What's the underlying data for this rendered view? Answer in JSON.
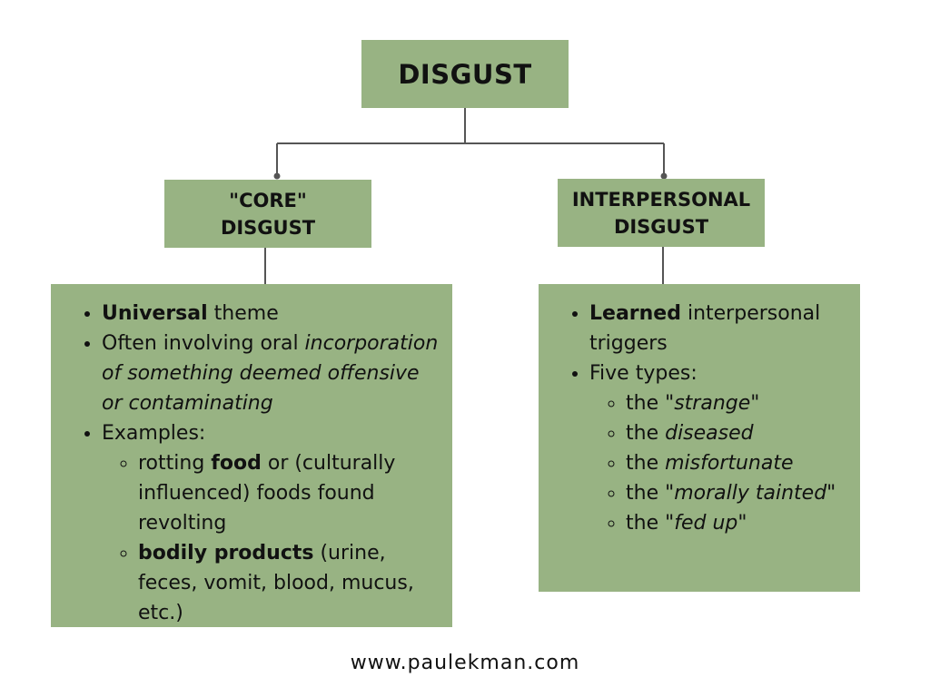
{
  "title": "DISGUST",
  "branches": [
    {
      "heading_lines": [
        "\"CORE\"",
        "DISGUST"
      ],
      "items": [
        {
          "parts": [
            {
              "text": "Universal",
              "style": "b"
            },
            {
              "text": " theme"
            }
          ]
        },
        {
          "parts": [
            {
              "text": "Often involving oral "
            },
            {
              "text": "incorporation of something deemed offensive or contaminating",
              "style": "i"
            }
          ]
        },
        {
          "parts": [
            {
              "text": "Examples:"
            }
          ],
          "subitems": [
            {
              "parts": [
                {
                  "text": "rotting "
                },
                {
                  "text": "food",
                  "style": "b"
                },
                {
                  "text": " or (culturally influenced) foods found revolting"
                }
              ]
            },
            {
              "parts": [
                {
                  "text": "bodily products",
                  "style": "b"
                },
                {
                  "text": " (urine, feces, vomit, blood, mucus, etc.)"
                }
              ]
            }
          ]
        }
      ]
    },
    {
      "heading_lines": [
        "INTERPERSONAL",
        "DISGUST"
      ],
      "items": [
        {
          "parts": [
            {
              "text": "Learned",
              "style": "b"
            },
            {
              "text": " interpersonal triggers"
            }
          ]
        },
        {
          "parts": [
            {
              "text": "Five types:"
            }
          ],
          "subitems": [
            {
              "parts": [
                {
                  "text": "the \""
                },
                {
                  "text": "strange",
                  "style": "i"
                },
                {
                  "text": "\""
                }
              ]
            },
            {
              "parts": [
                {
                  "text": "the "
                },
                {
                  "text": "diseased",
                  "style": "i"
                }
              ]
            },
            {
              "parts": [
                {
                  "text": "the "
                },
                {
                  "text": "misfortunate",
                  "style": "i"
                }
              ]
            },
            {
              "parts": [
                {
                  "text": "the \""
                },
                {
                  "text": "morally tainted",
                  "style": "i"
                },
                {
                  "text": "\""
                }
              ]
            },
            {
              "parts": [
                {
                  "text": "the \""
                },
                {
                  "text": "fed up",
                  "style": "i"
                },
                {
                  "text": "\""
                }
              ]
            }
          ]
        }
      ]
    }
  ],
  "footer": "www.paulekman.com",
  "colors": {
    "box_fill": "#98b383",
    "line": "#555555",
    "text": "#111111"
  }
}
